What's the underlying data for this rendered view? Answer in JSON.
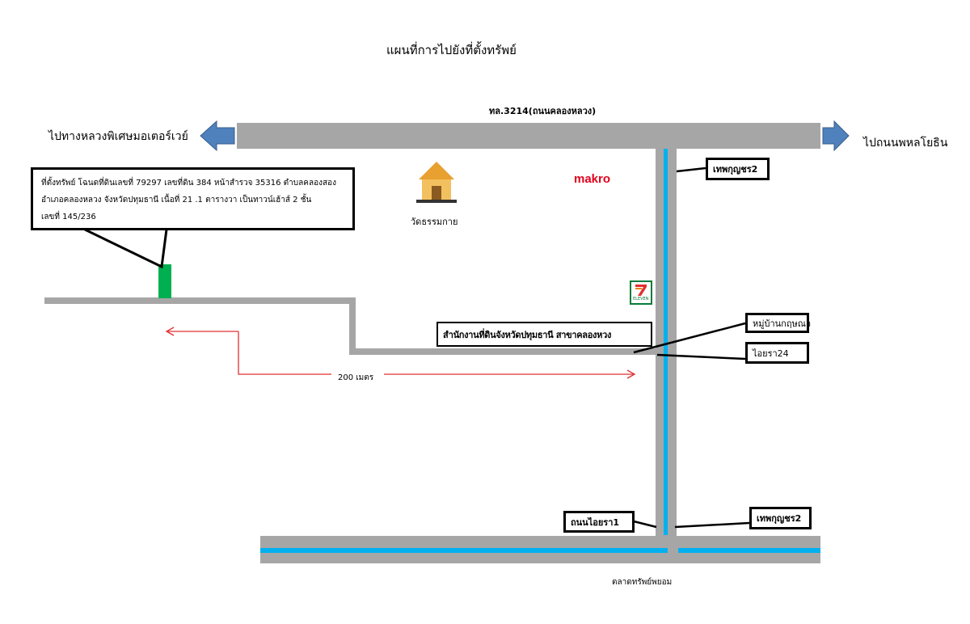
{
  "title": "แผนที่การไปยังที่ตั้งทรัพย์",
  "roads": {
    "main_road": "ทล.3214(ถนนคลองหลวง)",
    "to_left": "ไปทางหลวงพิเศษมอเตอร์เวย์",
    "to_right": "ไปถนนพหลโยธิน"
  },
  "property_callout": {
    "line1": "ที่ตั้งทรัพย์ โฉนดที่ดินเลขที่ 79297 เลขที่ดิน 384 หน้าสำรวจ 35316 ตำบลคลองสอง",
    "line2": "อำเภอคลองหลวง จังหวัดปทุมธานี เนื้อที่ 21 .1 ตารางวา เป็นทาวน์เฮ้าส์ 2 ชั้น",
    "line3": "เลขที่ 145/236"
  },
  "landmarks": {
    "temple": "วัดธรรมกาย",
    "makro": "makro",
    "seven_eleven": "ELEVEN",
    "land_office": "สำนักงานที่ดินจังหวัดปทุมธานี สาขาคลองหวง",
    "market": "ตลาดทรัพย์พยอม"
  },
  "labels": {
    "thep_top": "เทพกุญชร2",
    "village": "หมู่บ้านกฤษณา",
    "aiyara24": "ไอยรา24",
    "aiyara1": "ถนนไอยรา1",
    "thep_bottom": "เทพกุญชร2",
    "distance": "200 เมตร"
  },
  "colors": {
    "road": "#a6a6a6",
    "canal": "#00b0f0",
    "arrow": "#4f81bd",
    "property": "#00b050",
    "route": "#e03030",
    "makro": "#e3001b"
  }
}
